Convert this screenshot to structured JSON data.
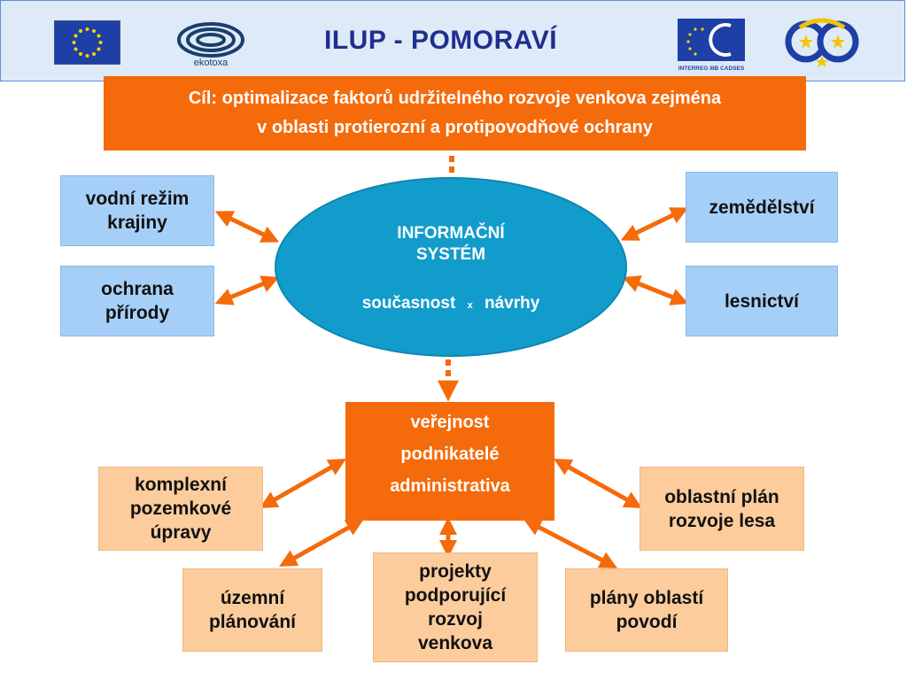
{
  "header": {
    "title": "ILUP - POMORAVÍ",
    "logos": [
      {
        "name": "eu-flag"
      },
      {
        "name": "ekotoxa-logo",
        "text": "ekotoxa"
      },
      {
        "name": "interreg-logo",
        "text": "INTERREG IIIB CADSES"
      },
      {
        "name": "project-logo"
      }
    ]
  },
  "goal": {
    "line1": "Cíl: optimalizace faktorů udržitelného rozvoje venkova zejména",
    "line2": "v oblasti protierozní a protipovodňové ochrany"
  },
  "info_system": {
    "line1": "INFORMAČNÍ",
    "line2": "SYSTÉM",
    "line3a": "současnost",
    "line3x": "x",
    "line3b": "návrhy"
  },
  "left_boxes": [
    {
      "line1": "vodní režim",
      "line2": "krajiny"
    },
    {
      "line1": "ochrana",
      "line2": "přírody"
    }
  ],
  "right_boxes": [
    {
      "line1": "zemědělství"
    },
    {
      "line1": "lesnictví"
    }
  ],
  "stakeholders": {
    "line1": "veřejnost",
    "line2": "podnikatelé",
    "line3": "administrativa"
  },
  "outputs": {
    "komplexni": {
      "line1": "komplexní",
      "line2": "pozemkové",
      "line3": "úpravy"
    },
    "uzemni": {
      "line1": "územní",
      "line2": "plánování"
    },
    "projekty": {
      "line1": "projekty",
      "line2": "podporující",
      "line3": "rozvoj",
      "line4": "venkova"
    },
    "plany": {
      "line1": "plány oblastí",
      "line2": "povodí"
    },
    "oblastni": {
      "line1": "oblastní plán",
      "line2": "rozvoje lesa"
    }
  },
  "colors": {
    "orange": "#f56a0a",
    "blue_box": "#a6cff8",
    "peach_box": "#fccc9c",
    "ellipse": "#129ccc",
    "title": "#1f2f8f"
  }
}
